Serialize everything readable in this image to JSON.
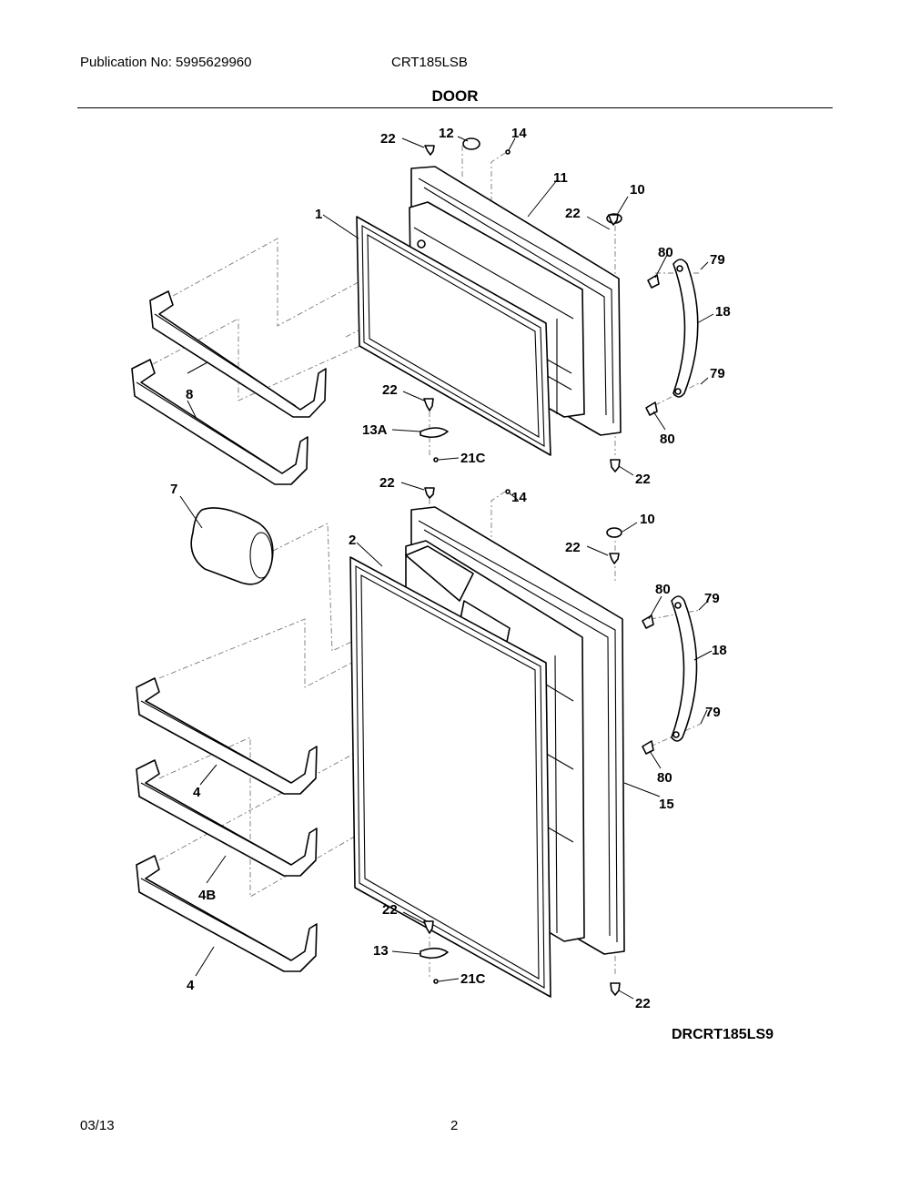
{
  "header": {
    "publication": "Publication No: 5995629960",
    "model": "CRT185LSB",
    "title": "DOOR"
  },
  "diagram_code": "DRCRT185LS9",
  "footer": {
    "date": "03/13",
    "page": "2"
  },
  "callouts": [
    {
      "id": "c-22-a",
      "text": "22"
    },
    {
      "id": "c-12",
      "text": "12"
    },
    {
      "id": "c-14-a",
      "text": "14"
    },
    {
      "id": "c-11",
      "text": "11"
    },
    {
      "id": "c-10-a",
      "text": "10"
    },
    {
      "id": "c-22-b",
      "text": "22"
    },
    {
      "id": "c-1",
      "text": "1"
    },
    {
      "id": "c-80-a",
      "text": "80"
    },
    {
      "id": "c-79-a",
      "text": "79"
    },
    {
      "id": "c-18-a",
      "text": "18"
    },
    {
      "id": "c-79-b",
      "text": "79"
    },
    {
      "id": "c-8",
      "text": "8"
    },
    {
      "id": "c-22-c",
      "text": "22"
    },
    {
      "id": "c-13a",
      "text": "13A"
    },
    {
      "id": "c-80-b",
      "text": "80"
    },
    {
      "id": "c-21c-a",
      "text": "21C"
    },
    {
      "id": "c-22-d",
      "text": "22"
    },
    {
      "id": "c-22-e",
      "text": "22"
    },
    {
      "id": "c-14-b",
      "text": "14"
    },
    {
      "id": "c-7",
      "text": "7"
    },
    {
      "id": "c-10-b",
      "text": "10"
    },
    {
      "id": "c-2",
      "text": "2"
    },
    {
      "id": "c-22-f",
      "text": "22"
    },
    {
      "id": "c-80-c",
      "text": "80"
    },
    {
      "id": "c-79-c",
      "text": "79"
    },
    {
      "id": "c-18-b",
      "text": "18"
    },
    {
      "id": "c-79-d",
      "text": "79"
    },
    {
      "id": "c-80-d",
      "text": "80"
    },
    {
      "id": "c-4-a",
      "text": "4"
    },
    {
      "id": "c-15",
      "text": "15"
    },
    {
      "id": "c-4b",
      "text": "4B"
    },
    {
      "id": "c-22-g",
      "text": "22"
    },
    {
      "id": "c-13",
      "text": "13"
    },
    {
      "id": "c-4-b",
      "text": "4"
    },
    {
      "id": "c-21c-b",
      "text": "21C"
    },
    {
      "id": "c-22-h",
      "text": "22"
    }
  ]
}
